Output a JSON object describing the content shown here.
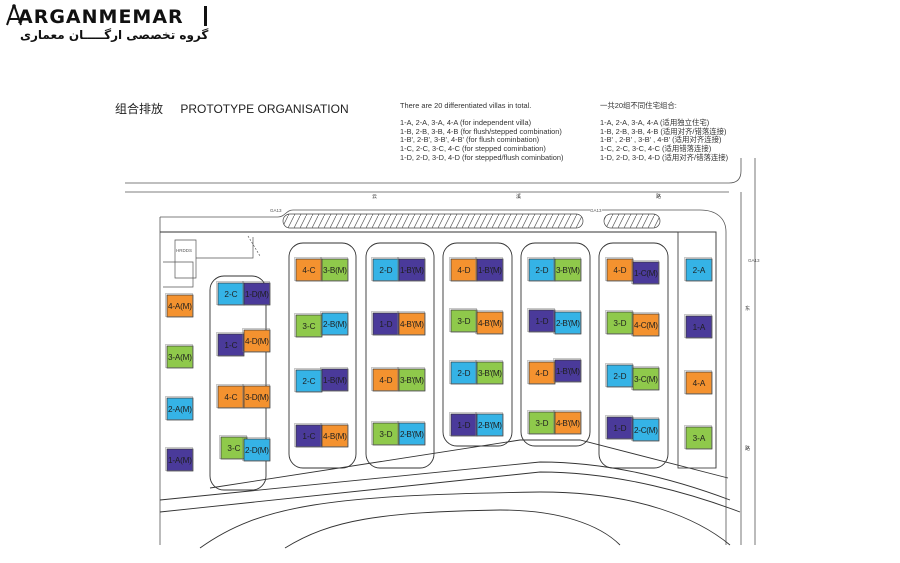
{
  "logo": {
    "wordmark": "ARGANMEMAR",
    "subtitle": "گروه تخصصی ارگـــــان معماری"
  },
  "header": {
    "title_zh": "组合排放",
    "title_en": "PROTOTYPE ORGANISATION"
  },
  "legend_en": {
    "heading": "There are 20 differentiated villas in total.",
    "lines": [
      "1-A,   2-A,   3-A,   4-A (for independent villa)",
      "1-B,   2-B,   3-B,   4-B  (for flush/stepped combination)",
      "1-B',  2-B', 3-B', 4-B'  (for flush cominbation)",
      "1-C,   2-C,   3-C,   4-C  (for stepped cominbation)",
      "1-D,   2-D,   3-D,   4-D  (for stepped/flush cominbation)"
    ]
  },
  "legend_zh": {
    "heading": "一共20组不同住宅组合:",
    "lines": [
      "1-A,   2-A,   3-A,   4-A  (适用独立住宅)",
      "1-B,   2-B,   3-B,   4-B  (适用对齐/错落连接)",
      "1-B' , 2-B' , 3-B' , 4-B'  (适用对齐连接)",
      "1-C,   2-C,   3-C,   4-C  (适用错落连接)",
      "1-D,   2-D,   3-D,   4-D  (适用对齐/错落连接)"
    ]
  },
  "colors": {
    "orange": "#f4922f",
    "green": "#8fc94b",
    "cyan": "#35b3e6",
    "purple": "#4a3a9a",
    "outline": "#333333"
  },
  "road_labels": [
    "云",
    "溪",
    "路",
    "东",
    "路"
  ],
  "road_small_labels": [
    "GA13",
    "GA13",
    "GA13"
  ],
  "rooms_label": "HRDDS",
  "villas": [
    {
      "tile": "4-A(M)",
      "color": "orange"
    },
    {
      "tile": "3-A(M)",
      "color": "green"
    },
    {
      "tile": "2-A(M)",
      "color": "cyan"
    },
    {
      "tile": "1-A(M)",
      "color": "purple"
    },
    {
      "tile": "2-C",
      "color": "cyan"
    },
    {
      "tile": "1-D(M)",
      "color": "purple"
    },
    {
      "tile": "1-C",
      "color": "purple"
    },
    {
      "tile": "4-D(M)",
      "color": "orange"
    },
    {
      "tile": "4-C",
      "color": "orange"
    },
    {
      "tile": "3-D(M)",
      "color": "orange"
    },
    {
      "tile": "3-C",
      "color": "green"
    },
    {
      "tile": "2-D(M)",
      "color": "cyan"
    },
    {
      "tile": "4-C",
      "color": "orange"
    },
    {
      "tile": "3-B(M)",
      "color": "green"
    },
    {
      "tile": "3-C",
      "color": "green"
    },
    {
      "tile": "2-B(M)",
      "color": "cyan"
    },
    {
      "tile": "2-C",
      "color": "cyan"
    },
    {
      "tile": "1-B(M)",
      "color": "purple"
    },
    {
      "tile": "1-C",
      "color": "purple"
    },
    {
      "tile": "4-B(M)",
      "color": "orange"
    },
    {
      "tile": "2-D",
      "color": "cyan"
    },
    {
      "tile": "1-B'(M)",
      "color": "purple"
    },
    {
      "tile": "1-D",
      "color": "purple"
    },
    {
      "tile": "4-B'(M)",
      "color": "orange"
    },
    {
      "tile": "4-D",
      "color": "orange"
    },
    {
      "tile": "3-B'(M)",
      "color": "green"
    },
    {
      "tile": "3-D",
      "color": "green"
    },
    {
      "tile": "2-B'(M)",
      "color": "cyan"
    },
    {
      "tile": "4-D",
      "color": "orange"
    },
    {
      "tile": "1-B'(M)",
      "color": "purple"
    },
    {
      "tile": "3-D",
      "color": "green"
    },
    {
      "tile": "4-B'(M)",
      "color": "orange"
    },
    {
      "tile": "2-D",
      "color": "cyan"
    },
    {
      "tile": "3-B'(M)",
      "color": "green"
    },
    {
      "tile": "1-D",
      "color": "purple"
    },
    {
      "tile": "2-B'(M)",
      "color": "cyan"
    },
    {
      "tile": "2-D",
      "color": "cyan"
    },
    {
      "tile": "3-B'(M)",
      "color": "green"
    },
    {
      "tile": "1-D",
      "color": "purple"
    },
    {
      "tile": "2-B'(M)",
      "color": "cyan"
    },
    {
      "tile": "4-D",
      "color": "orange"
    },
    {
      "tile": "1-B'(M)",
      "color": "purple"
    },
    {
      "tile": "3-D",
      "color": "green"
    },
    {
      "tile": "4-B'(M)",
      "color": "orange"
    },
    {
      "tile": "4-D",
      "color": "orange"
    },
    {
      "tile": "1-C(M)",
      "color": "purple"
    },
    {
      "tile": "3-D",
      "color": "green"
    },
    {
      "tile": "4-C(M)",
      "color": "orange"
    },
    {
      "tile": "2-D",
      "color": "cyan"
    },
    {
      "tile": "3-C(M)",
      "color": "green"
    },
    {
      "tile": "1-D",
      "color": "purple"
    },
    {
      "tile": "2-C(M)",
      "color": "cyan"
    },
    {
      "tile": "2-A",
      "color": "cyan"
    },
    {
      "tile": "1-A",
      "color": "purple"
    },
    {
      "tile": "4-A",
      "color": "orange"
    },
    {
      "tile": "3-A",
      "color": "green"
    }
  ]
}
